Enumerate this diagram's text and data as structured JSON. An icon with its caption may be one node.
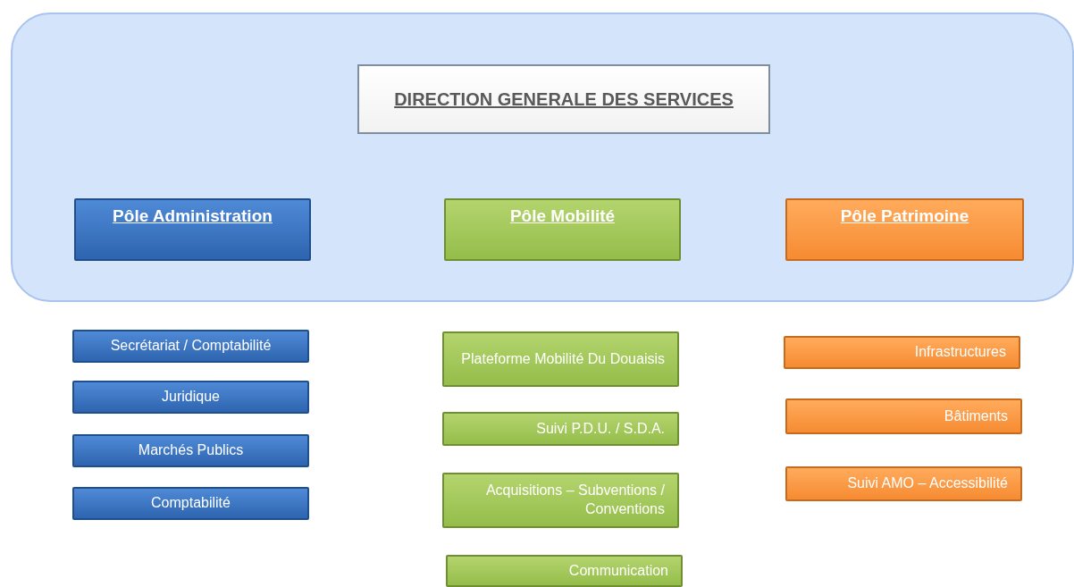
{
  "diagram": {
    "nodes": [
      {
        "text": [],
        "shape": "box"
      },
      {
        "text": [
          "DIRECTION GENERALE DES SERVICES"
        ],
        "in": 0
      },
      {
        "text": [
          "Pôle Administration"
        ],
        "in": 0
      },
      {
        "text": [
          "Pôle Mobilité"
        ],
        "in": 0
      },
      {
        "text": [
          "Pôle Patrimoine"
        ],
        "in": 0
      },
      {
        "text": [
          "Secrétariat / Comptabilité"
        ]
      },
      {
        "text": [
          "Juridique"
        ]
      },
      {
        "text": [
          "Marchés Publics"
        ]
      },
      {
        "text": [
          "Comptabilité"
        ]
      },
      {
        "text": [
          "Plateforme Mobilité Du Douaisis"
        ]
      },
      {
        "text": [
          "Suivi P.D.U. / S.D.A."
        ]
      },
      {
        "text": [
          "Acquisitions – Subventions / Conventions"
        ]
      },
      {
        "text": [
          "Communication"
        ]
      },
      {
        "text": [
          "Infrastructures"
        ]
      },
      {
        "text": [
          "Bâtiments"
        ]
      },
      {
        "text": [
          "Suivi AMO – Accessibilité"
        ]
      }
    ]
  }
}
